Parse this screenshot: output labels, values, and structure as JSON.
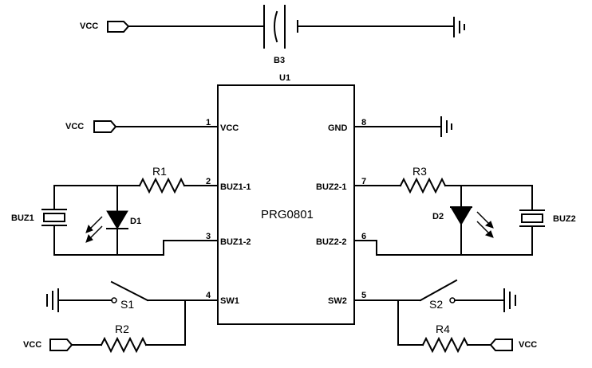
{
  "power": {
    "vcc_label": "VCC",
    "battery_ref": "B3"
  },
  "chip": {
    "ref": "U1",
    "part": "PRG0801",
    "pins": [
      {
        "num": "1",
        "name": "VCC"
      },
      {
        "num": "2",
        "name": "BUZ1-1"
      },
      {
        "num": "3",
        "name": "BUZ1-2"
      },
      {
        "num": "4",
        "name": "SW1"
      },
      {
        "num": "5",
        "name": "SW2"
      },
      {
        "num": "6",
        "name": "BUZ2-2"
      },
      {
        "num": "7",
        "name": "BUZ2-1"
      },
      {
        "num": "8",
        "name": "GND"
      }
    ]
  },
  "components": {
    "r1": "R1",
    "r2": "R2",
    "r3": "R3",
    "r4": "R4",
    "d1": "D1",
    "d2": "D2",
    "buz1": "BUZ1",
    "buz2": "BUZ2",
    "s1": "S1",
    "s2": "S2"
  }
}
